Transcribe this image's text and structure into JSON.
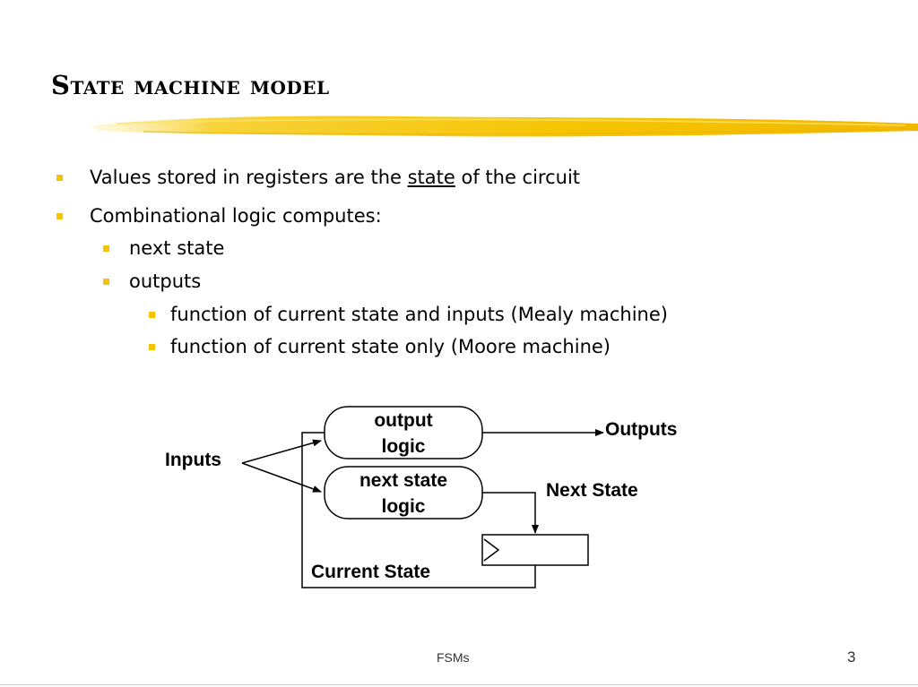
{
  "slide": {
    "title": "State machine model",
    "bullets": [
      {
        "before": "Values stored in registers are the ",
        "emph": "state",
        "after": " of the circuit"
      },
      {
        "text": "Combinational logic computes:"
      }
    ],
    "sub_bullets": [
      "next state",
      "outputs"
    ],
    "sub_sub_bullets": [
      "function of current state and inputs (Mealy machine)",
      "function of current state only (Moore machine)"
    ]
  },
  "diagram": {
    "output_logic": [
      "output",
      "logic"
    ],
    "next_state_logic": [
      "next state",
      "logic"
    ],
    "inputs_label": "Inputs",
    "outputs_label": "Outputs",
    "next_state_label": "Next State",
    "current_state_label": "Current State"
  },
  "footer": {
    "text": "FSMs",
    "page": "3"
  },
  "colors": {
    "accent": "#f5c400"
  }
}
